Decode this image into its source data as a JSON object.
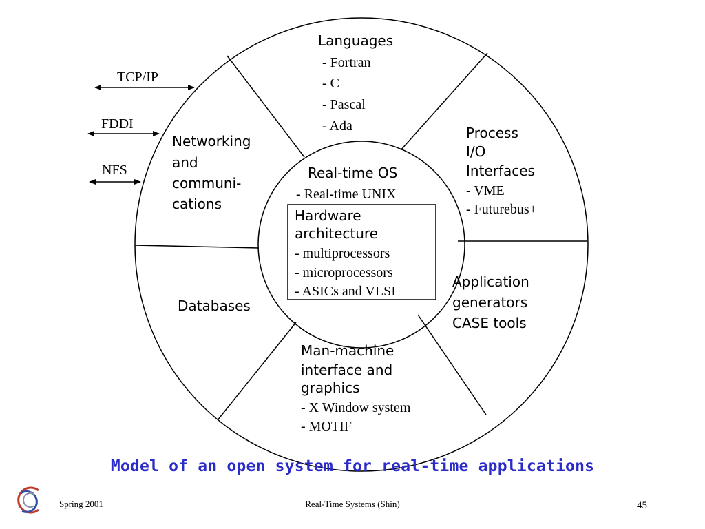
{
  "sectors": {
    "languages": {
      "title": "Languages",
      "items": [
        "- Fortran",
        "- C",
        "- Pascal",
        "- Ada"
      ]
    },
    "process_io": {
      "lines": [
        "Process",
        "I/O",
        "Interfaces"
      ],
      "items": [
        "- VME",
        "- Futurebus+"
      ]
    },
    "application_generators": {
      "lines": [
        "Application",
        "generators",
        "CASE tools"
      ]
    },
    "man_machine": {
      "lines": [
        "Man-machine",
        "interface and",
        "graphics"
      ],
      "items": [
        "- X Window system",
        "- MOTIF"
      ]
    },
    "databases": {
      "title": "Databases"
    },
    "networking": {
      "lines": [
        "Networking",
        "and",
        "communi-",
        "cations"
      ]
    }
  },
  "core": {
    "os_title": "Real-time OS",
    "os_item": "- Real-time UNIX",
    "hardware": {
      "lines": [
        "Hardware",
        "architecture"
      ],
      "items": [
        "- multiprocessors",
        "- microprocessors",
        "- ASICs and VLSI"
      ]
    }
  },
  "protocols": [
    "TCP/IP",
    "FDDI",
    "NFS"
  ],
  "caption": "Model of an open system for real-time applications",
  "footer": {
    "left": "Spring 2001",
    "center": "Real-Time Systems (Shin)",
    "page_number": "45"
  },
  "colors": {
    "caption": "#2b2bc8",
    "logo_red": "#c0392b",
    "logo_blue": "#2f4fa8"
  },
  "icons": {
    "logo": "university-logo-icon"
  }
}
